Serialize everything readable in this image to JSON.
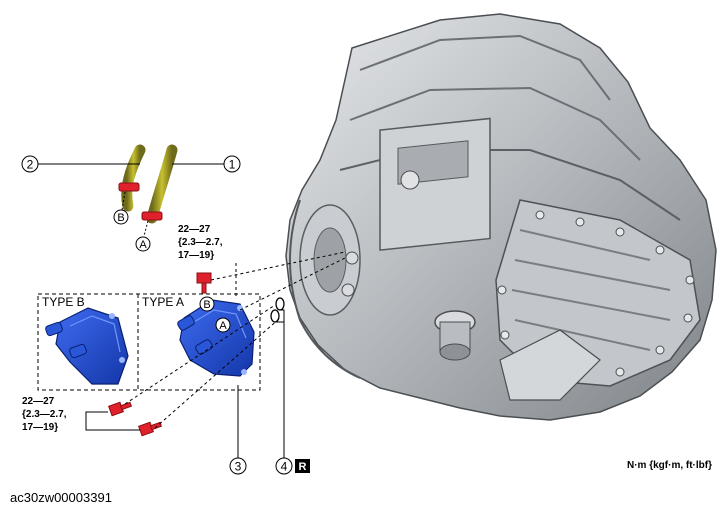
{
  "callouts": {
    "c1": "1",
    "c2": "2",
    "c3": "3",
    "c4": "4",
    "a": "A",
    "b": "B"
  },
  "labels": {
    "type_b": "TYPE B",
    "type_a": "TYPE A",
    "torque_top_l1": "22—27",
    "torque_top_l2": "{2.3—2.7,",
    "torque_top_l3": "17—19}",
    "torque_bot_l1": "22—27",
    "torque_bot_l2": "{2.3—2.7,",
    "torque_bot_l3": "17—19}",
    "replace_mark": "R",
    "unit": "N·m {kgf·m, ft·lbf}"
  },
  "caption": "ac30zw00003391",
  "colors": {
    "cooler_blue": "#1f4fd0",
    "bolt_red": "#e0202a",
    "hose_yellow": "#b8b020",
    "housing_gray": "#b8bcc0"
  }
}
